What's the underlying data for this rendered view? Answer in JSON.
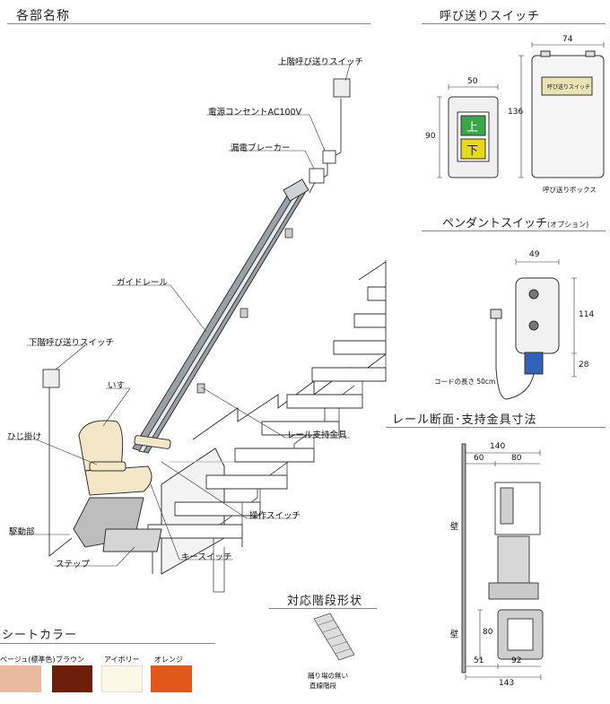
{
  "sections": {
    "parts": "各部名称",
    "call_switch": "呼び送りスイッチ",
    "pendant": "ペンダントスイッチ",
    "pendant_option": "(オプション)",
    "rail_section": "レール断面･支持金具寸法",
    "stairs": "対応階段形状",
    "seat_color": "シートカラー"
  },
  "parts_labels": {
    "upper_call": "上階呼び送りスイッチ",
    "outlet": "電源コンセントAC100V",
    "breaker": "漏電ブレーカー",
    "guide_rail": "ガイドレール",
    "lower_call": "下階呼び送りスイッチ",
    "chair": "いす",
    "armrest": "ひじ掛け",
    "rail_bracket": "レール支持金具",
    "drive": "駆動部",
    "operation_switch": "操作スイッチ",
    "key_switch": "キースイッチ",
    "step": "ステップ"
  },
  "call_switch": {
    "up": "上",
    "down": "下",
    "dim_width": "50",
    "dim_height": "90",
    "box_width": "74",
    "box_height": "136",
    "box_label": "呼び送りボックス",
    "box_plate": "呼び送りスイッチ"
  },
  "pendant": {
    "width": "49",
    "height": "114",
    "bottom": "28",
    "cord": "コードの長さ 50cm"
  },
  "rail": {
    "total": "140",
    "left": "60",
    "right": "80",
    "wall": "壁",
    "wall2": "壁",
    "h80": "80",
    "b51": "51",
    "b92": "92",
    "b143": "143"
  },
  "stairs_note": "踊り場の無い\n直線階段",
  "stairs_note_l1": "踊り場の無い",
  "stairs_note_l2": "直線階段",
  "seat_colors": [
    {
      "name": "ベージュ(標準色)",
      "color": "#e9b9a0"
    },
    {
      "name": "ブラウン",
      "color": "#6e1e0c"
    },
    {
      "name": "アイボリー",
      "color": "#fbf7e6"
    },
    {
      "name": "オレンジ",
      "color": "#e2581a"
    }
  ]
}
